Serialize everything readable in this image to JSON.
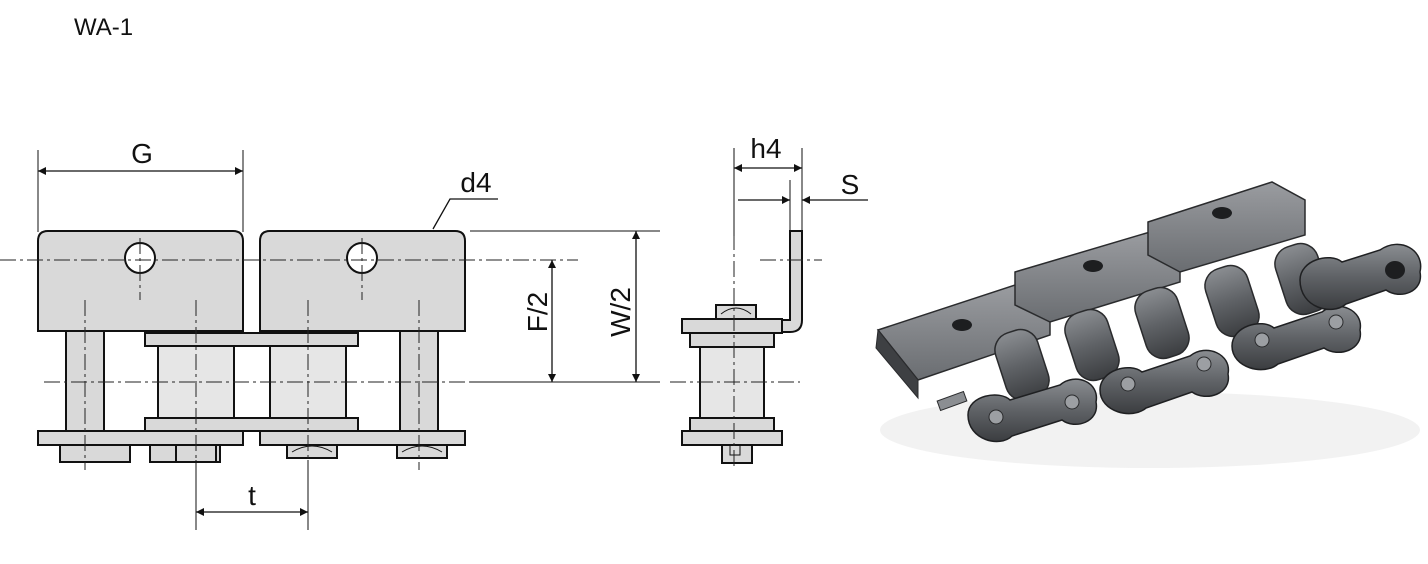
{
  "model": "WA-1",
  "dimension_labels": {
    "g": "G",
    "d4": "d4",
    "t": "t",
    "f_half": "F/2",
    "w_half": "W/2",
    "h4": "h4",
    "s": "S"
  },
  "colors": {
    "line": "#111111",
    "part_fill": "#d9d9d9",
    "chain_steel": "#5f6266"
  }
}
